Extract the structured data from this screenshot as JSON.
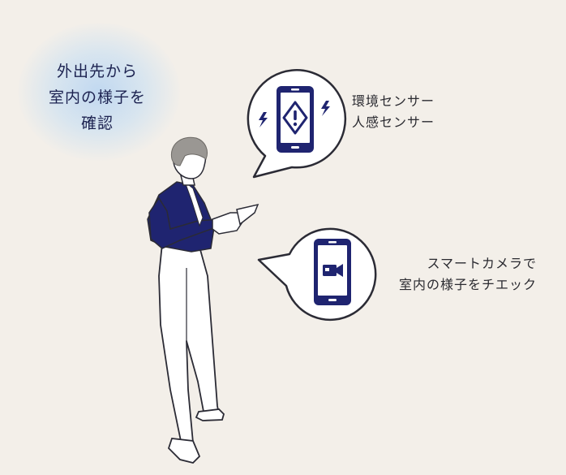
{
  "caption": {
    "line1": "外出先から",
    "line2": "室内の様子を",
    "line3": "確認"
  },
  "bubble_top": {
    "icon": "phone-alert-icon",
    "label_line1": "環境センサー",
    "label_line2": "人感センサー"
  },
  "bubble_bottom": {
    "icon": "phone-camera-icon",
    "label_line1": "スマートカメラで",
    "label_line2": "室内の様子をチエック"
  },
  "colors": {
    "background": "#f3efe9",
    "navy": "#1f2470",
    "glow": "#c6dcf0",
    "outline": "#2b2b35"
  }
}
